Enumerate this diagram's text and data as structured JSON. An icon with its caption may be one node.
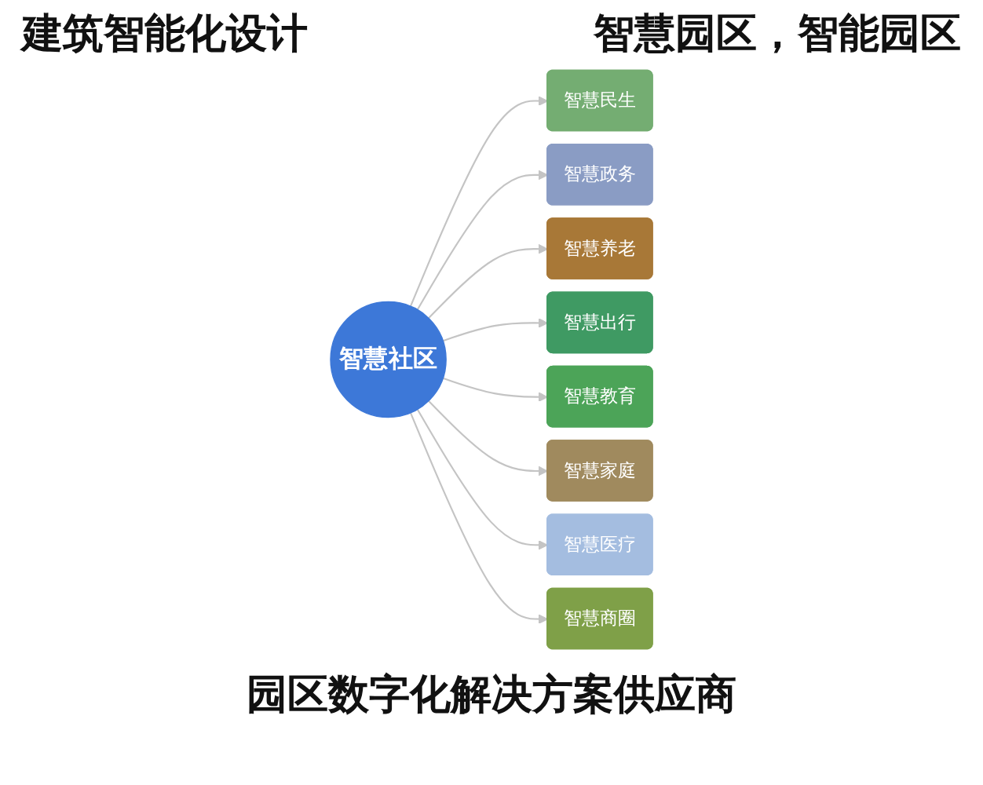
{
  "diagram": {
    "title": "建筑智能化设计",
    "caption": "园区数字化解决方案供应商",
    "labels": [
      "智慧园区，智能园区"
    ],
    "nodes": [
      {
        "text": [
          "智慧社区"
        ]
      },
      {
        "text": [
          "智慧民生"
        ]
      },
      {
        "text": [
          "智慧政务"
        ]
      },
      {
        "text": [
          "智慧养老"
        ]
      },
      {
        "text": [
          "智慧出行"
        ]
      },
      {
        "text": [
          "智慧教育"
        ]
      },
      {
        "text": [
          "智慧家庭"
        ]
      },
      {
        "text": [
          "智慧医疗"
        ]
      },
      {
        "text": [
          "智慧商圈"
        ]
      }
    ],
    "edges": [
      {
        "from": 0,
        "to": 1,
        "arrow": "to"
      },
      {
        "from": 0,
        "to": 2,
        "arrow": "to"
      },
      {
        "from": 0,
        "to": 3,
        "arrow": "to"
      },
      {
        "from": 0,
        "to": 4,
        "arrow": "to"
      },
      {
        "from": 0,
        "to": 5,
        "arrow": "to"
      },
      {
        "from": 0,
        "to": 6,
        "arrow": "to"
      },
      {
        "from": 0,
        "to": 7,
        "arrow": "to"
      },
      {
        "from": 0,
        "to": 8,
        "arrow": "to"
      }
    ]
  }
}
